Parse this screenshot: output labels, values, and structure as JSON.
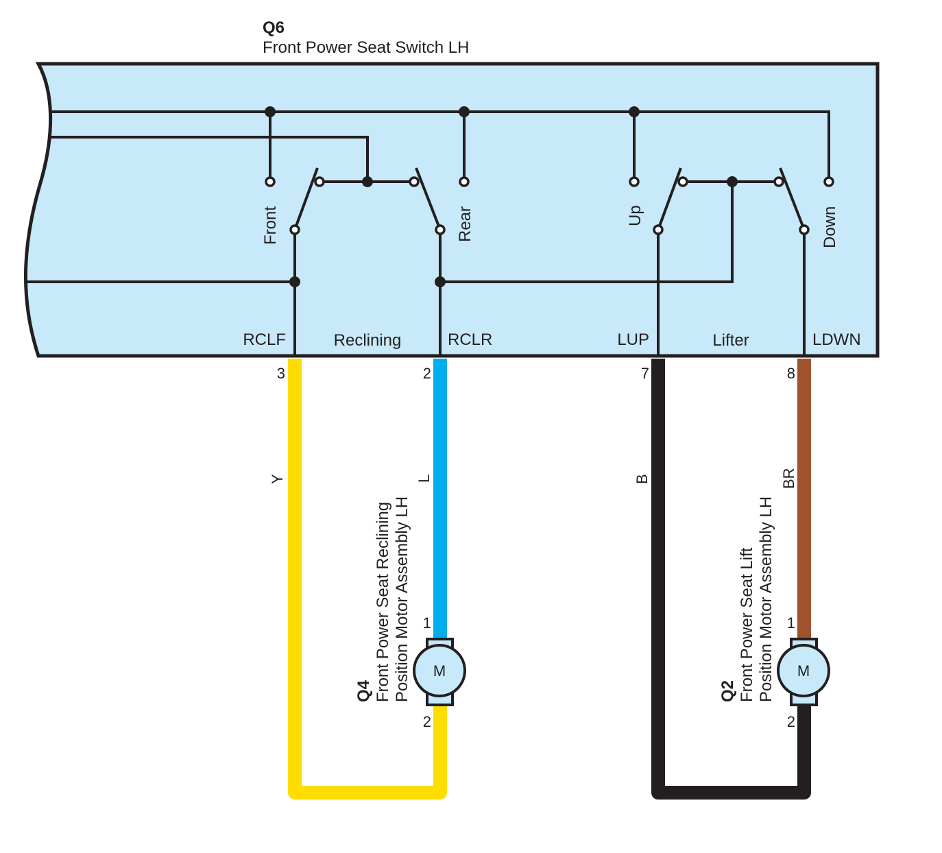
{
  "switch": {
    "code": "Q6",
    "name": "Front Power Seat Switch LH",
    "switch_labels": {
      "front": "Front",
      "rear": "Rear",
      "up": "Up",
      "down": "Down"
    },
    "group_labels": {
      "reclining": "Reclining",
      "lifter": "Lifter"
    },
    "terminals": {
      "rclf": "RCLF",
      "rclr": "RCLR",
      "lup": "LUP",
      "ldwn": "LDWN"
    },
    "pins": {
      "rclf": "3",
      "rclr": "2",
      "lup": "7",
      "ldwn": "8"
    }
  },
  "wires": {
    "rclf": {
      "code": "Y",
      "color": "#ffdd00"
    },
    "rclr": {
      "code": "L",
      "color": "#00aeef"
    },
    "lup": {
      "code": "B",
      "color": "#231f20"
    },
    "ldwn": {
      "code": "BR",
      "color": "#a0522d"
    }
  },
  "motors": [
    {
      "code": "Q4",
      "name_line1": "Front Power Seat Reclining",
      "name_line2": "Position Motor Assembly LH",
      "symbol": "M",
      "pin_top": "1",
      "pin_bottom": "2"
    },
    {
      "code": "Q2",
      "name_line1": "Front Power Seat Lift",
      "name_line2": "Position Motor Assembly LH",
      "symbol": "M",
      "pin_top": "1",
      "pin_bottom": "2"
    }
  ],
  "colors": {
    "box_fill": "#c8e9f9",
    "line": "#231f20"
  }
}
